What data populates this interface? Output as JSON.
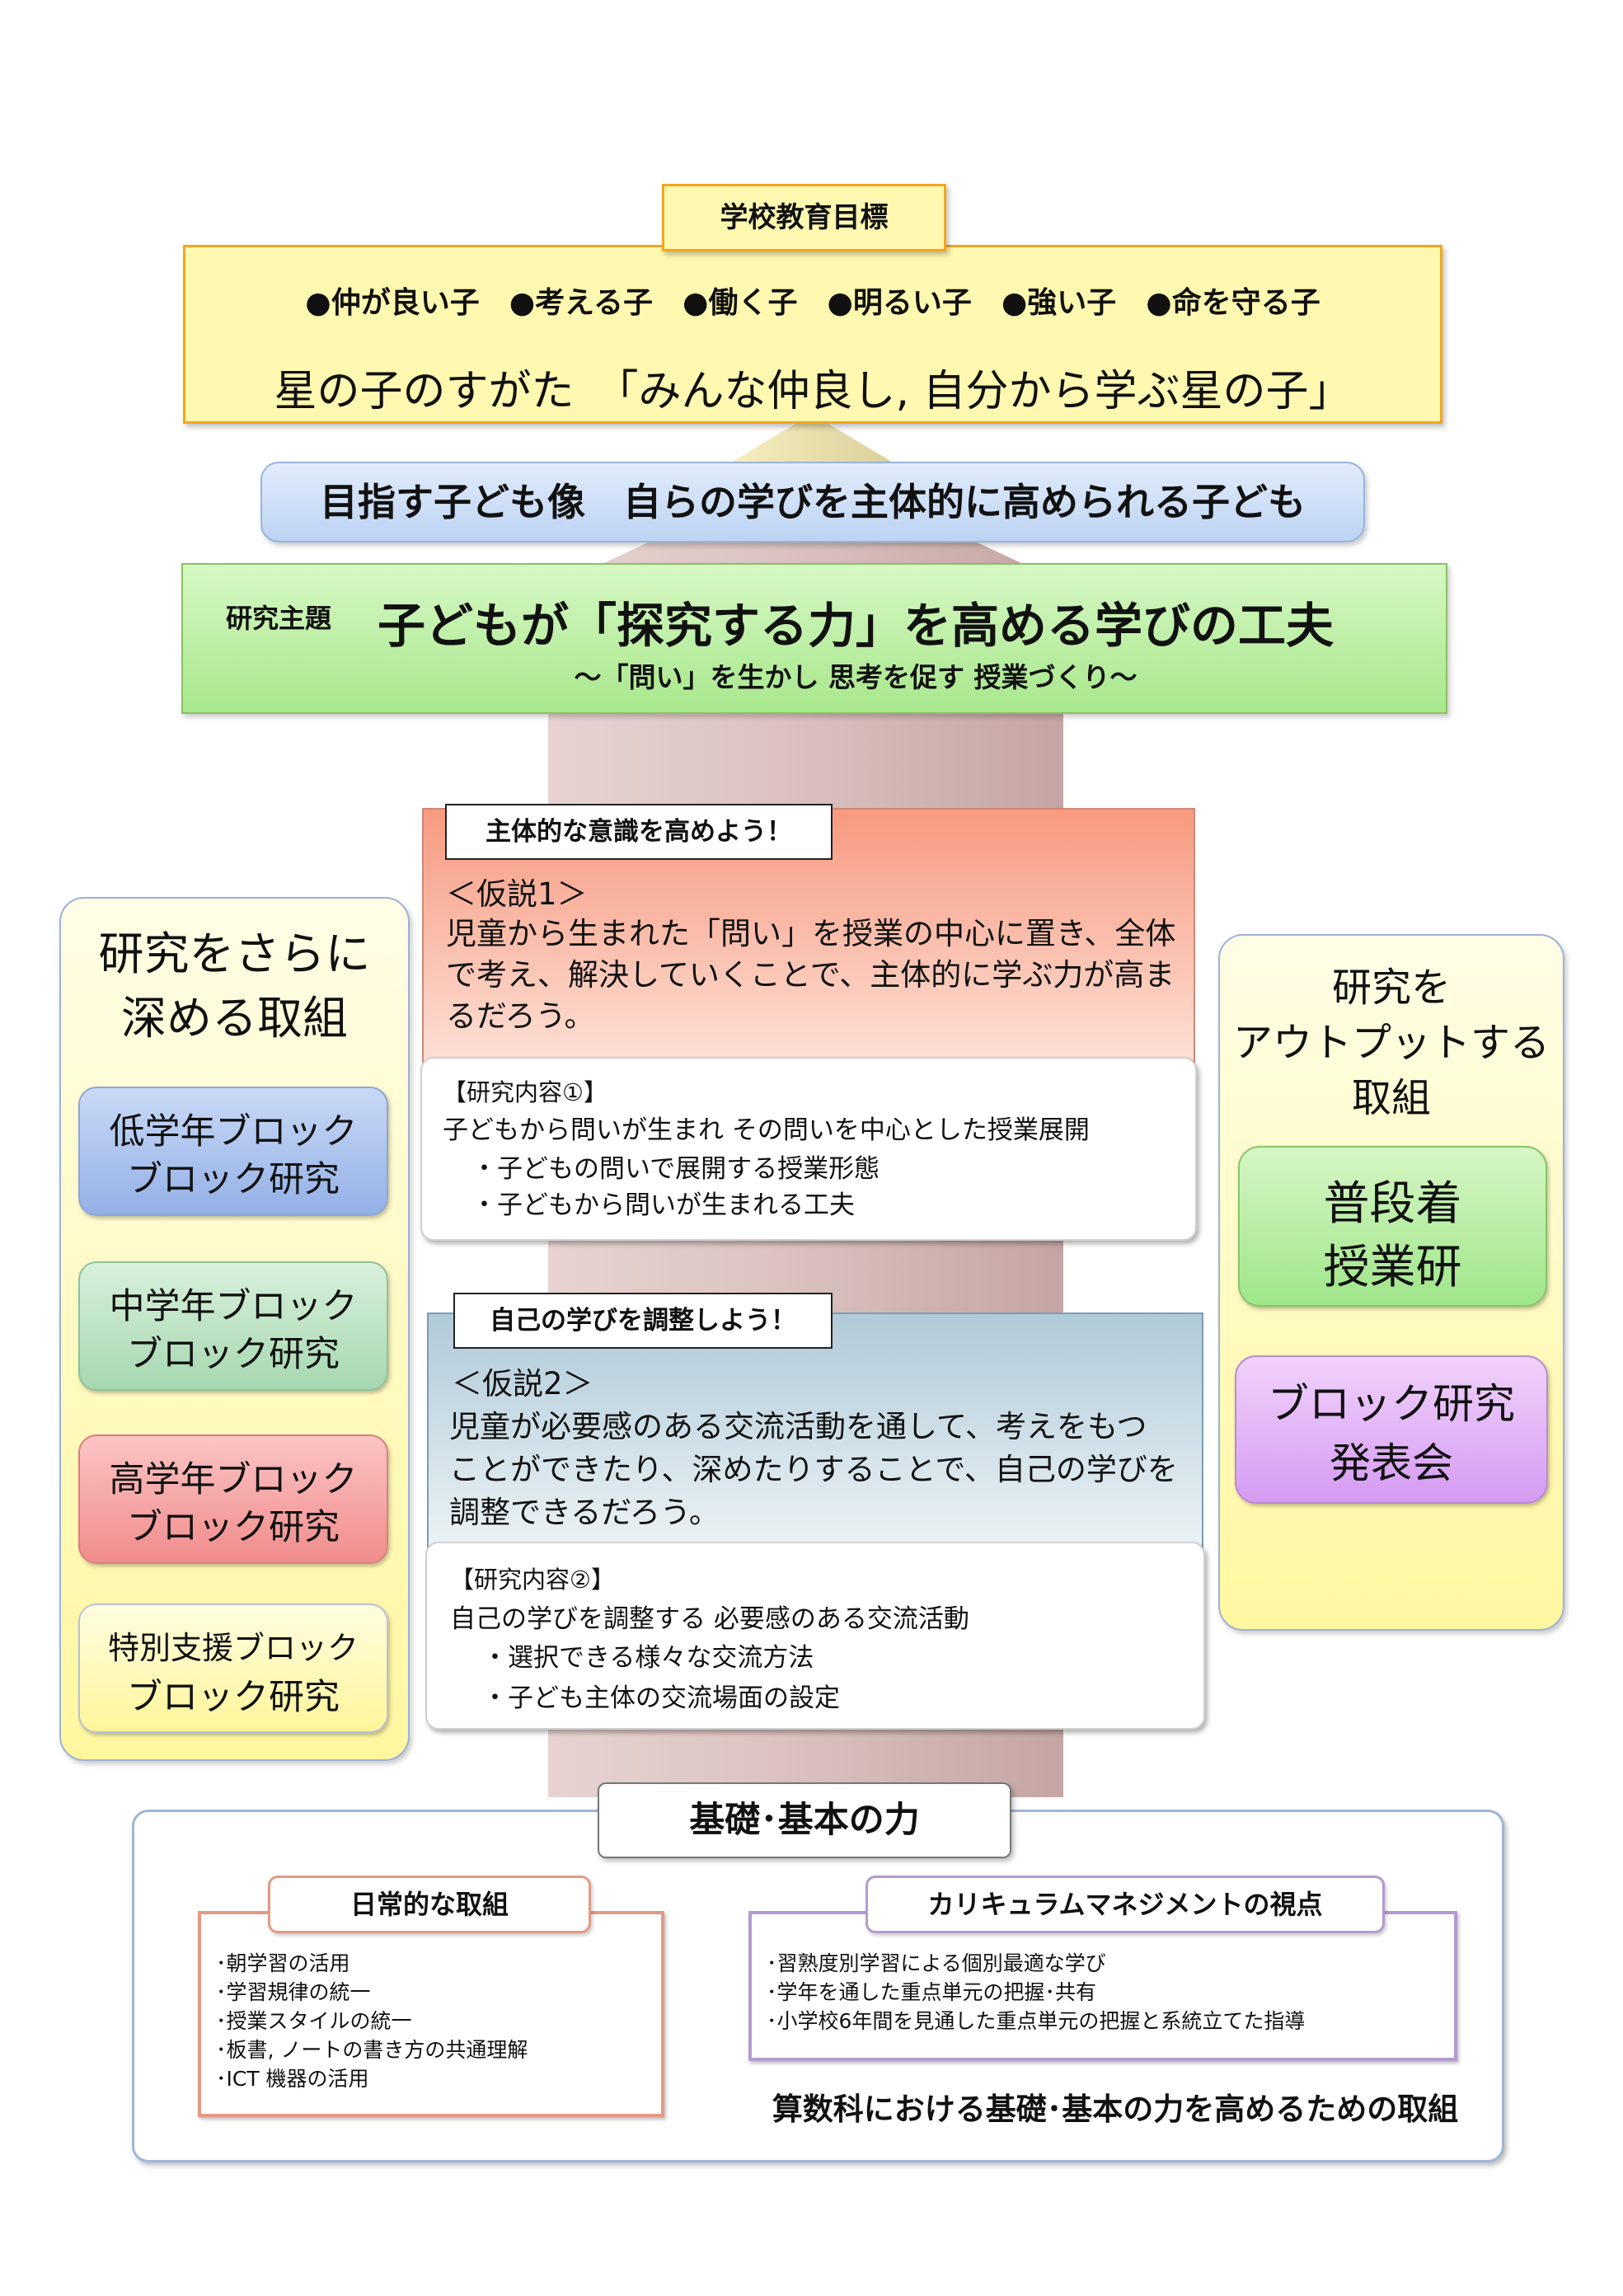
{
  "goal": {
    "tag": "学校教育目標",
    "traits": "●仲が良い子　●考える子　●働く子　●明るい子　●強い子　●命を守る子",
    "motto": "星の子のすがた　「みんな仲良し, 自分から学ぶ星の子」"
  },
  "child_image": "目指す子ども像　自らの学びを主体的に高められる子ども",
  "theme": {
    "tag": "研究主題",
    "title": "子どもが「探究する力」を高める学びの工夫",
    "subtitle": "～「問い」を生かし 思考を促す 授業づくり～"
  },
  "left_panel": {
    "title_line1": "研究をさらに",
    "title_line2": "深める取組",
    "blocks": [
      {
        "line1": "低学年ブロック",
        "line2": "ブロック研究"
      },
      {
        "line1": "中学年ブロック",
        "line2": "ブロック研究"
      },
      {
        "line1": "高学年ブロック",
        "line2": "ブロック研究"
      },
      {
        "line1": "特別支援ブロック",
        "line2": "ブロック研究"
      }
    ]
  },
  "right_panel": {
    "title_line1": "研究を",
    "title_line2": "アウトプットする",
    "title_line3": "取組",
    "boxes": [
      {
        "line1": "普段着",
        "line2": "授業研"
      },
      {
        "line1": "ブロック研究",
        "line2": "発表会"
      }
    ]
  },
  "hypothesis1": {
    "tag": "主体的な意識を高めよう！",
    "heading": "＜仮説1＞",
    "line1": "児童から生まれた「問い」を授業の中心に置き、全体",
    "line2": "で考え、解決していくことで、主体的に学ぶ力が高ま",
    "line3": "るだろう。",
    "content_label": "【研究内容①】",
    "content_main": "子どもから問いが生まれ その問いを中心とした授業展開",
    "content_item1": "・子どもの問いで展開する授業形態",
    "content_item2": "・子どもから問いが生まれる工夫"
  },
  "hypothesis2": {
    "tag": "自己の学びを調整しよう！",
    "heading": "＜仮説2＞",
    "line1": "児童が必要感のある交流活動を通して、考えをもつ",
    "line2": "ことができたり、深めたりすることで、自己の学びを",
    "line3": "調整できるだろう。",
    "content_label": "【研究内容②】",
    "content_main": "自己の学びを調整する 必要感のある交流活動",
    "content_item1": "・選択できる様々な交流方法",
    "content_item2": "・子ども主体の交流場面の設定"
  },
  "basics": {
    "tag": "基礎･基本の力",
    "daily": {
      "tag": "日常的な取組",
      "items": [
        "･朝学習の活用",
        "･学習規律の統一",
        "･授業スタイルの統一",
        "･板書, ノートの書き方の共通理解",
        "･ICT 機器の活用"
      ]
    },
    "curriculum": {
      "tag": "カリキュラムマネジメントの視点",
      "items": [
        "･習熟度別学習による個別最適な学び",
        "･学年を通した重点単元の把握･共有",
        "･小学校6年間を見通した重点単元の把握と系統立てた指導"
      ]
    },
    "caption": "算数科における基礎･基本の力を高めるための取組"
  },
  "colors": {
    "goal_fill": "#fff8b0",
    "goal_border": "#f0a020",
    "theme_fill": "#b9f0a0",
    "theme_border": "#8bc060",
    "arrow_fill": "#c9a6a4",
    "hyp1_fill": "#f8a488",
    "hyp2_fill": "#b4cddb",
    "right_panel_fill": "#fffbb0",
    "left_panel_fill": "#fffbb0"
  }
}
